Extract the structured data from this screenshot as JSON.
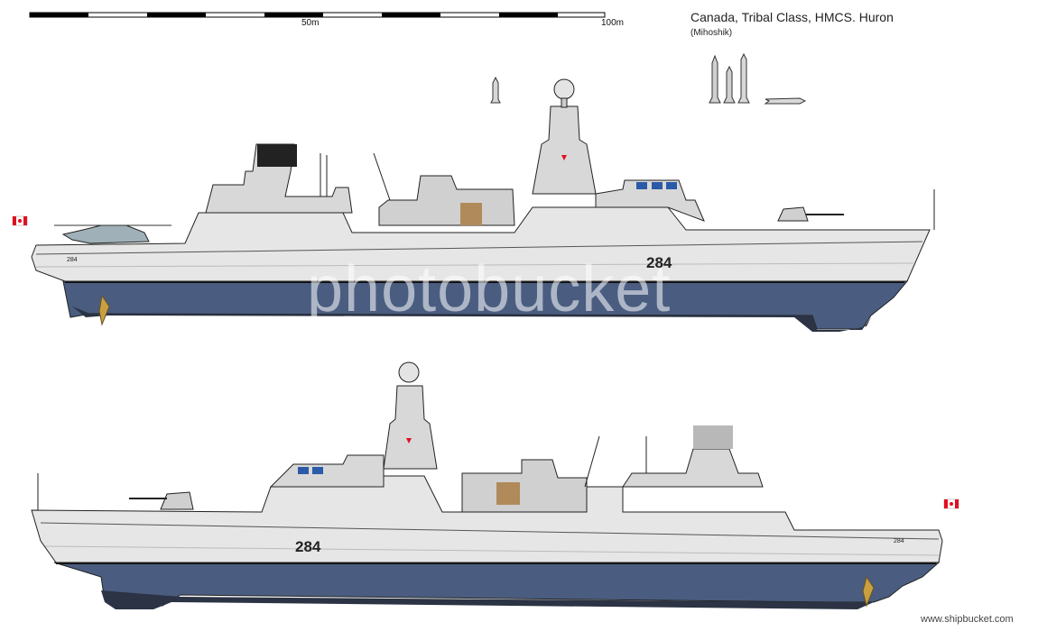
{
  "header": {
    "title": "Canada, Tribal Class, HMCS. Huron",
    "credit": "(Mihoshik)"
  },
  "scale": {
    "label_mid": "50m",
    "label_end": "100m"
  },
  "ships": {
    "top_hull_number": "284",
    "top_stern_number": "284",
    "bottom_hull_number": "284",
    "bottom_stern_number": "284"
  },
  "watermark": {
    "text": "photobucket"
  },
  "footer": {
    "site": "www.shipbucket.com"
  },
  "colors": {
    "hull_upper": "#e6e6e6",
    "hull_lower": "#4a5d80",
    "bottom": "#2b3344",
    "boot_top": "#111111",
    "superstructure": "#d8d8d8",
    "flag_red": "#e01020",
    "prop": "#c8a040"
  },
  "icons": [
    "scale-bar",
    "ship-profile",
    "missile-icon",
    "helicopter",
    "flag-canada",
    "propeller"
  ]
}
